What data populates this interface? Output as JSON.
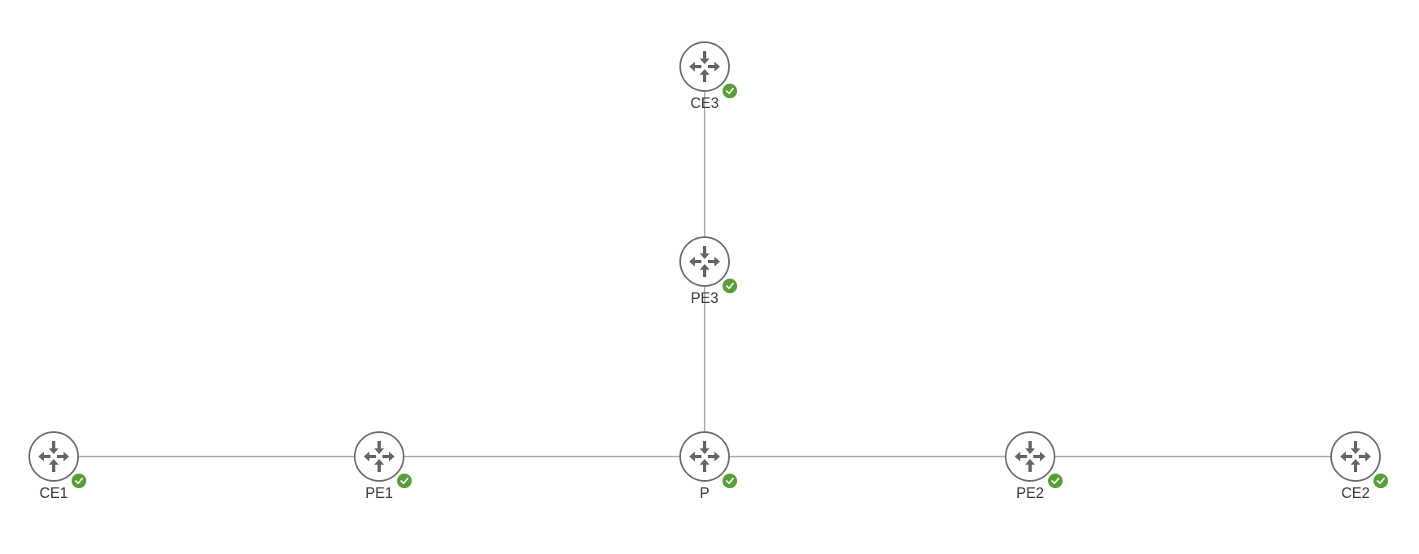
{
  "topology": {
    "nodes": [
      {
        "id": "CE3",
        "label": "CE3",
        "type": "router",
        "status": "ok"
      },
      {
        "id": "PE3",
        "label": "PE3",
        "type": "router",
        "status": "ok"
      },
      {
        "id": "CE1",
        "label": "CE1",
        "type": "router",
        "status": "ok"
      },
      {
        "id": "PE1",
        "label": "PE1",
        "type": "router",
        "status": "ok"
      },
      {
        "id": "P",
        "label": "P",
        "type": "router",
        "status": "ok"
      },
      {
        "id": "PE2",
        "label": "PE2",
        "type": "router",
        "status": "ok"
      },
      {
        "id": "CE2",
        "label": "CE2",
        "type": "router",
        "status": "ok"
      }
    ],
    "links": [
      {
        "from": "CE3",
        "to": "PE3"
      },
      {
        "from": "PE3",
        "to": "P"
      },
      {
        "from": "CE1",
        "to": "PE1"
      },
      {
        "from": "PE1",
        "to": "P"
      },
      {
        "from": "P",
        "to": "PE2"
      },
      {
        "from": "PE2",
        "to": "CE2"
      }
    ],
    "icon": "router-icon",
    "status_icon": "check-badge-icon",
    "colors": {
      "link": "#9a9a9a",
      "node_stroke": "#6b6b6b",
      "arrow": "#666666",
      "status_ok": "#5a9e3a"
    }
  }
}
